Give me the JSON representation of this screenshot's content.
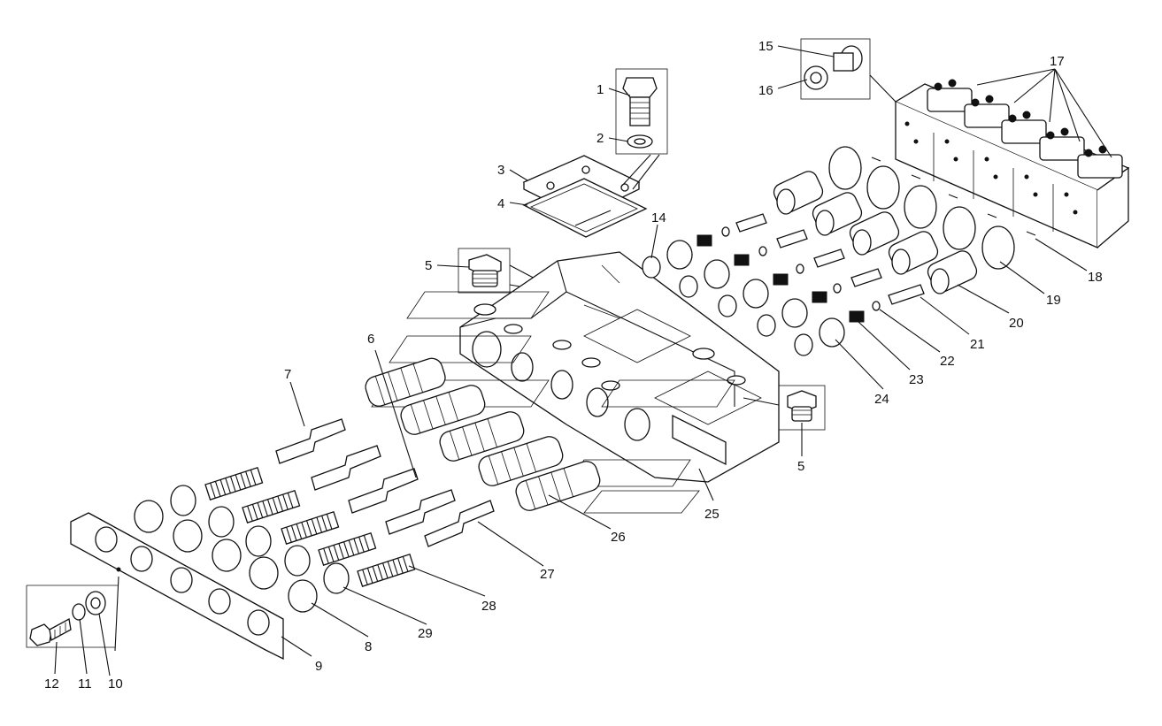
{
  "diagram": {
    "callouts": [
      {
        "id": "c1",
        "label": "1"
      },
      {
        "id": "c2",
        "label": "2"
      },
      {
        "id": "c3",
        "label": "3"
      },
      {
        "id": "c4",
        "label": "4"
      },
      {
        "id": "c5a",
        "label": "5"
      },
      {
        "id": "c5b",
        "label": "5"
      },
      {
        "id": "c6",
        "label": "6"
      },
      {
        "id": "c7",
        "label": "7"
      },
      {
        "id": "c8",
        "label": "8"
      },
      {
        "id": "c9",
        "label": "9"
      },
      {
        "id": "c10",
        "label": "10"
      },
      {
        "id": "c11",
        "label": "11"
      },
      {
        "id": "c12",
        "label": "12"
      },
      {
        "id": "c14",
        "label": "14"
      },
      {
        "id": "c15",
        "label": "15"
      },
      {
        "id": "c16",
        "label": "16"
      },
      {
        "id": "c17",
        "label": "17"
      },
      {
        "id": "c18",
        "label": "18"
      },
      {
        "id": "c19",
        "label": "19"
      },
      {
        "id": "c20",
        "label": "20"
      },
      {
        "id": "c21",
        "label": "21"
      },
      {
        "id": "c22",
        "label": "22"
      },
      {
        "id": "c23",
        "label": "23"
      },
      {
        "id": "c24",
        "label": "24"
      },
      {
        "id": "c25",
        "label": "25"
      },
      {
        "id": "c26",
        "label": "26"
      },
      {
        "id": "c27",
        "label": "27"
      },
      {
        "id": "c28",
        "label": "28"
      },
      {
        "id": "c29",
        "label": "29"
      }
    ]
  }
}
